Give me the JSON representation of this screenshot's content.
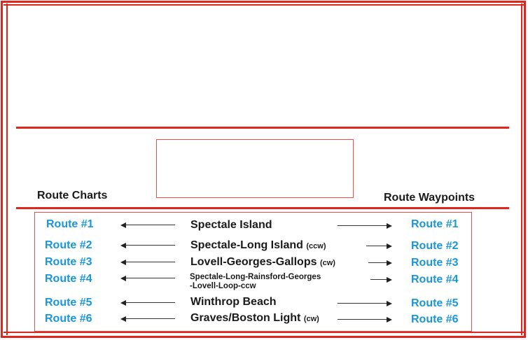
{
  "headings": {
    "route_charts": "Route Charts",
    "route_waypoints": "Route Waypoints"
  },
  "routes": [
    {
      "label": "Route #1",
      "destination": "Spectale Island",
      "note": ""
    },
    {
      "label": "Route #2",
      "destination": "Spectale-Long Island",
      "note": "(ccw)"
    },
    {
      "label": "Route #3",
      "destination": "Lovell-Georges-Gallops",
      "note": "(cw)"
    },
    {
      "label": "Route #4",
      "destination_line1": "Spectale-Long-Rainsford-Georges",
      "destination_line2": "-Lovell-Loop-ccw"
    },
    {
      "label": "Route #5",
      "destination": "Winthrop Beach",
      "note": ""
    },
    {
      "label": "Route #6",
      "destination": "Graves/Boston Light",
      "note": "(cw)"
    }
  ],
  "colors": {
    "frame": "#e0261c",
    "route_link": "#1a97d8",
    "text": "#1a1a1a"
  }
}
